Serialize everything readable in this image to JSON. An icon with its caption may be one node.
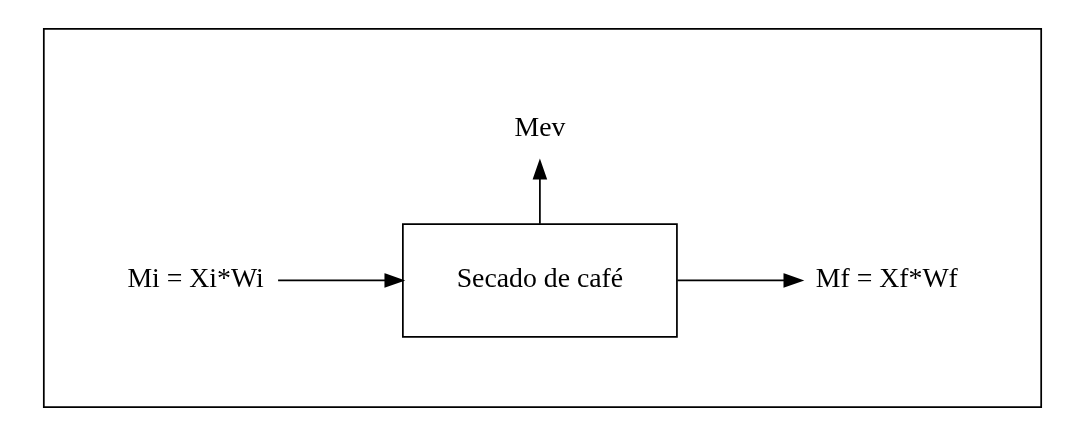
{
  "diagram": {
    "nodes": [
      {
        "text": [],
        "shape": "box"
      },
      {
        "text": [
          "Mi = Xi*Wi"
        ],
        "in": 0
      },
      {
        "text": [
          "Secado de café"
        ],
        "in": 0
      },
      {
        "text": [
          "Mev"
        ],
        "in": 0
      },
      {
        "text": [
          "Mf = Xf*Wf"
        ],
        "in": 0
      }
    ],
    "edges": [
      {
        "from": 1,
        "to": 2,
        "arrow": "to"
      },
      {
        "from": 2,
        "to": 3,
        "arrow": "to"
      },
      {
        "from": 2,
        "to": 4,
        "arrow": "to"
      }
    ]
  }
}
